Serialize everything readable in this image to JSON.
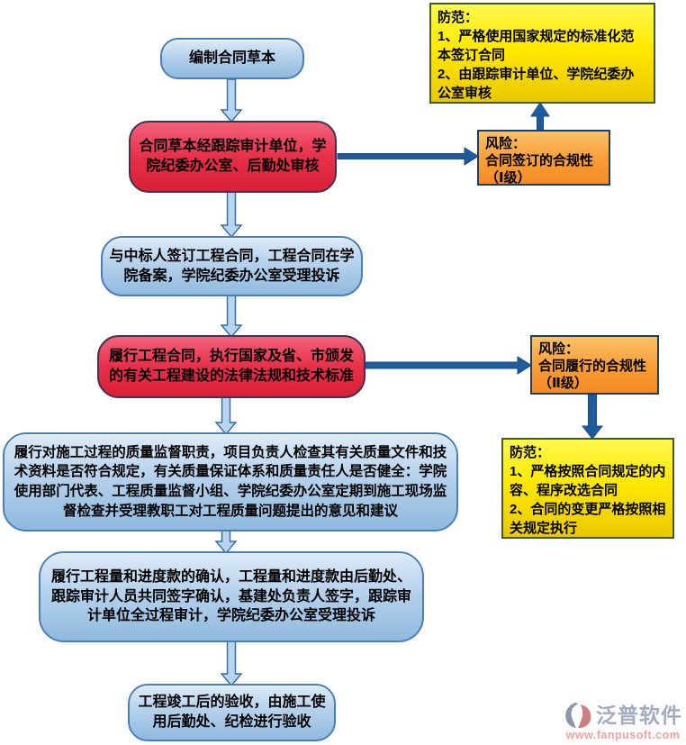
{
  "nodes": {
    "draft": "编制合同草本",
    "review": "合同草本经跟踪审计单位，学院纪委办公室、后勤处审核",
    "sign": "与中标人签订工程合同，工程合同在学院备案，学院纪委办公室受理投诉",
    "perform": "履行工程合同，执行国家及省、市颁发的有关工程建设的法律法规和技术标准",
    "quality": "履行对施工过程的质量监督职责，项目负责人检查其有关质量文件和技术资料是否符合规定，有关质量保证体系和质量责任人是否健全：学院使用部门代表、工程质量监督小组、学院纪委办公室定期到施工现场监督检查并受理教职工对工程质量问题提出的意见和建议",
    "payment": "履行工程量和进度款的确认，工程量和进度款由后勤处、跟踪审计人员共同签字确认，基建处负责人签字，跟踪审计单位全过程审计，学院纪委办公室受理投诉",
    "acceptance": "工程竣工后的验收，由施工使用后勤处、纪检进行验收"
  },
  "risk1": {
    "title": "风险：",
    "line1": "合同签订的合规性",
    "line2": "（Ⅰ级）"
  },
  "prevent1": {
    "title": "防范：",
    "item1": "1、严格使用国家规定的标准化范本签订合同",
    "item2": "2、由跟踪审计单位、学院纪委办公室审核"
  },
  "risk2": {
    "title": "风险：",
    "line1": "合同履行的合规性",
    "line2": "（Ⅱ级）"
  },
  "prevent2": {
    "title": "防范：",
    "item1": "1、严格按照合同规定的内容、程序改选合同",
    "item2": "2、合同的变更严格按照相关规定执行"
  },
  "logo": {
    "brand": "泛普软件",
    "url": "www.fanpusoft.com"
  },
  "colors": {
    "node_blue_top": "#dcebf8",
    "node_blue_bottom": "#8fbade",
    "node_blue_border": "#4a7ebb",
    "node_red_top": "#f3617b",
    "node_red_bottom": "#da2036",
    "node_red_border": "#433055",
    "risk_orange_top": "#fbc167",
    "risk_orange_bottom": "#f68a24",
    "risk_orange_border": "#1d3f63",
    "prevent_yellow_top": "#fef94d",
    "prevent_yellow_bottom": "#eac800",
    "prevent_yellow_border": "#3d5a23",
    "arrow_light_fill": "#b9d4ec",
    "arrow_dark_fill": "#1e5c9e",
    "logo_brand_text": "#a3abc3",
    "logo_url_text": "#f0a0a0"
  }
}
